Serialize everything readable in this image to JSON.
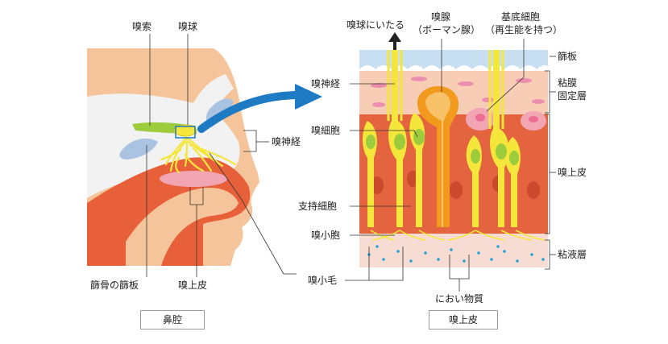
{
  "labels": {
    "olfactory_tract": "嗅索",
    "olfactory_bulb": "嗅球",
    "olfactory_nerve_left": "嗅神経",
    "ethmoid_plate": "篩骨の篩板",
    "olfactory_epithelium_left": "嗅上皮",
    "olfactory_cilia": "嗅小毛",
    "to_olfactory_bulb": "嗅球にいたる",
    "bowman_gland_line1": "嗅腺",
    "bowman_gland_line2": "（ボーマン腺）",
    "basal_cell_line1": "基底細胞",
    "basal_cell_line2": "（再生能を持つ）",
    "cribriform_plate": "篩板",
    "lamina_propria_line1": "粘膜",
    "lamina_propria_line2": "固定層",
    "olfactory_epithelium_right": "嗅上皮",
    "mucus_layer": "粘液層",
    "olfactory_nerve_right": "嗅神経",
    "olfactory_cell": "嗅細胞",
    "supporting_cell": "支持細胞",
    "olfactory_vesicle": "嗅小胞",
    "odorant": "におい物質"
  },
  "captions": {
    "left": "鼻腔",
    "right": "嗅上皮"
  },
  "colors": {
    "skin": "#f6c49a",
    "bone": "#f2f2f2",
    "mucosa": "#e8603a",
    "nerve": "#f5e63c",
    "cell_red": "#e4643f",
    "cell_pink": "#f2a6b4",
    "gland": "#f29a1e",
    "arrow": "#1f7ac4",
    "bone_top": "#c7dff0",
    "mucus": "#f7dcd3",
    "particle": "#27a0d8"
  }
}
